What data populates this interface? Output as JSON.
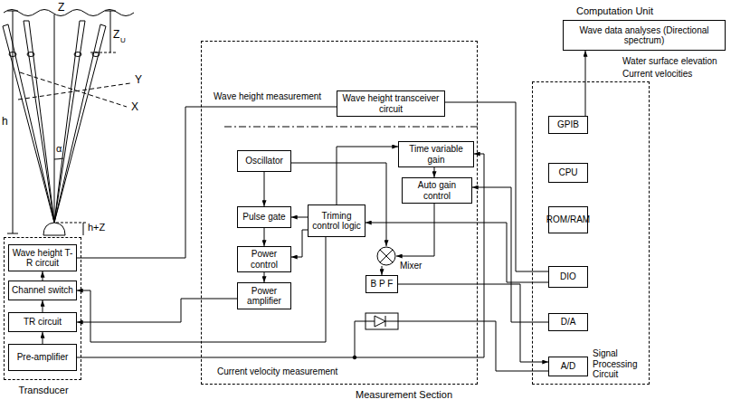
{
  "diagram": {
    "nodes": [
      {
        "text": [
          "Transducer"
        ]
      },
      {
        "text": [
          "Wave height T-R circuit"
        ],
        "in": 0
      },
      {
        "text": [
          "Channel switch"
        ],
        "in": 0
      },
      {
        "text": [
          "TR circuit"
        ],
        "in": 0
      },
      {
        "text": [
          "Pre-amplifier"
        ],
        "in": 0
      },
      {
        "text": [
          "Measurement Section"
        ]
      },
      {
        "text": [
          "Wave height transceiver circuit"
        ],
        "in": 5
      },
      {
        "text": [
          "Oscillator"
        ],
        "in": 5
      },
      {
        "text": [
          "Pulse gate"
        ],
        "in": 5
      },
      {
        "text": [
          "Power control"
        ],
        "in": 5
      },
      {
        "text": [
          "Power amplifier"
        ],
        "in": 5
      },
      {
        "text": [
          "Triming control logic"
        ],
        "in": 5
      },
      {
        "text": [
          "Time variable gain"
        ],
        "in": 5
      },
      {
        "text": [
          "Auto gain control"
        ],
        "in": 5
      },
      {
        "text": [
          "Mixer"
        ],
        "in": 5
      },
      {
        "text": [
          "B P F"
        ],
        "in": 5
      },
      {
        "text": [
          "Signal Processing Circuit"
        ]
      },
      {
        "text": [
          "GPIB"
        ],
        "in": 16
      },
      {
        "text": [
          "CPU"
        ],
        "in": 16
      },
      {
        "text": [
          "ROM/RAM"
        ],
        "in": 16
      },
      {
        "text": [
          "DIO"
        ],
        "in": 16
      },
      {
        "text": [
          "D/A"
        ],
        "in": 16
      },
      {
        "text": [
          "A/D"
        ],
        "in": 16
      },
      {
        "text": [
          "Computation Unit",
          "Wave data analyses (Directional spectrum)"
        ]
      }
    ],
    "edges": [
      {
        "from": 1,
        "to": 6,
        "arrow": "none"
      },
      {
        "from": 6,
        "to": 20,
        "arrow": "none"
      },
      {
        "from": 2,
        "to": 1,
        "arrow": "to"
      },
      {
        "from": 3,
        "to": 2,
        "arrow": "to"
      },
      {
        "from": 4,
        "to": 3,
        "arrow": "to"
      },
      {
        "from": 10,
        "to": 3,
        "arrow": "to"
      },
      {
        "from": 7,
        "to": 8,
        "arrow": "to"
      },
      {
        "from": 8,
        "to": 9,
        "arrow": "to"
      },
      {
        "from": 9,
        "to": 10,
        "arrow": "to"
      },
      {
        "from": 11,
        "to": 8,
        "arrow": "to"
      },
      {
        "from": 11,
        "to": 9,
        "arrow": "to"
      },
      {
        "from": 11,
        "to": 12,
        "arrow": "to"
      },
      {
        "from": 12,
        "to": 13,
        "arrow": "to"
      },
      {
        "from": 13,
        "to": 14,
        "arrow": "to"
      },
      {
        "from": 7,
        "to": 14,
        "arrow": "to"
      },
      {
        "from": 14,
        "to": 15,
        "arrow": "to"
      },
      {
        "from": 15,
        "to": 22,
        "arrow": "to"
      },
      {
        "from": 20,
        "to": 11,
        "arrow": "to"
      },
      {
        "from": 21,
        "to": 13,
        "arrow": "to"
      },
      {
        "from": 17,
        "to": 23,
        "arrow": "to"
      },
      {
        "from": 4,
        "to": 12,
        "arrow": "to"
      },
      {
        "from": 11,
        "to": 2,
        "arrow": "to"
      }
    ],
    "labels": [
      "Z",
      "Z",
      "U",
      "Y",
      "X",
      "α",
      "h",
      "h+Z",
      "Wave height measurement",
      "Current velocity measurement",
      "Water surface elevation",
      "Current velocities"
    ]
  }
}
